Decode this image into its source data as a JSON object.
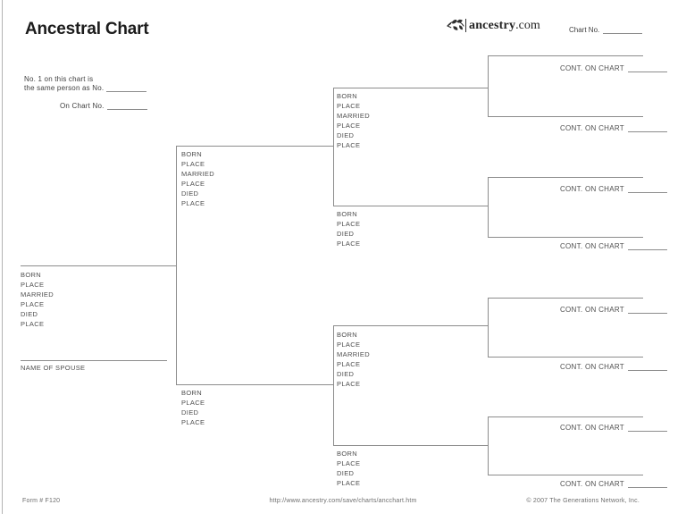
{
  "page": {
    "title": "Ancestral Chart",
    "notes": {
      "line1": "No. 1 on this chart is",
      "line2": "the same person as No.",
      "line3": "On Chart No."
    },
    "chart_no_label": "Chart No.",
    "logo": {
      "icon": "leaf-branch-icon",
      "brand": "ancestry",
      "tld": ".com"
    }
  },
  "field_labels": {
    "full": [
      "BORN",
      "PLACE",
      "MARRIED",
      "PLACE",
      "DIED",
      "PLACE"
    ],
    "short": [
      "BORN",
      "PLACE",
      "DIED",
      "PLACE"
    ],
    "spouse": "NAME OF SPOUSE",
    "cont_on_chart": "CONT. ON CHART"
  },
  "footer": {
    "form_number": "Form # F120",
    "url": "http://www.ancestry.com/save/charts/ancchart.htm",
    "copyright": "© 2007 The Generations Network, Inc."
  },
  "colors": {
    "line": "#8c8c8c",
    "label": "#4f4f4f",
    "title": "#1c1c1c",
    "footer": "#6e6e6e"
  }
}
